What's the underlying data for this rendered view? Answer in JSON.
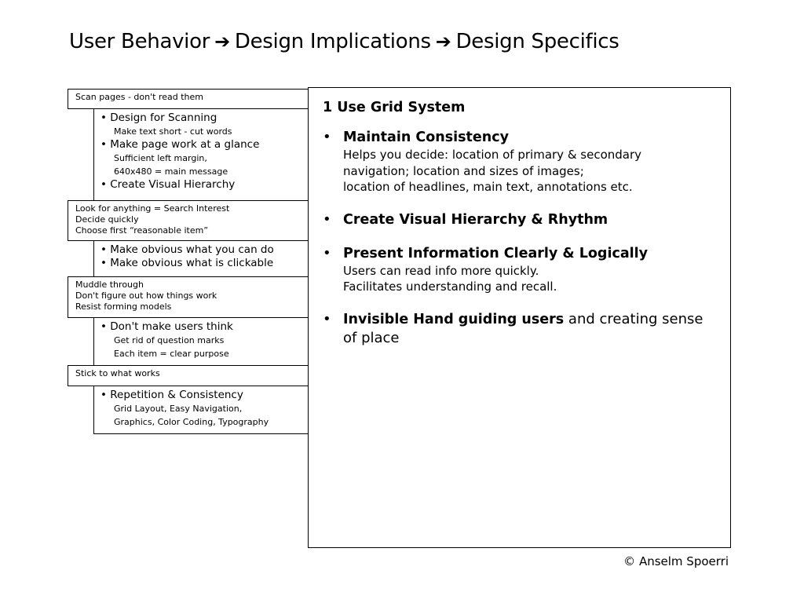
{
  "title": {
    "part1": "User Behavior",
    "arrow": "➔",
    "part2": "Design Implications",
    "part3": "Design Specifics"
  },
  "rows": [
    {
      "behavior": [
        "Scan pages - don't read them"
      ],
      "implications": [
        {
          "text": "• Design for Scanning",
          "level": 1
        },
        {
          "text": "Make text short - cut words",
          "level": 2
        },
        {
          "text": "• Make page work at a glance",
          "level": 1
        },
        {
          "text": "Sufficient left margin,",
          "level": 2
        },
        {
          "text": "640x480 = main message",
          "level": 2
        },
        {
          "text": "• Create Visual Hierarchy",
          "level": 1
        }
      ]
    },
    {
      "behavior": [
        "Look for anything = Search Interest",
        "Decide quickly",
        "Choose first “reasonable item”"
      ],
      "implications": [
        {
          "text": "• Make obvious what you can do",
          "level": 1
        },
        {
          "text": "• Make obvious what is clickable",
          "level": 1
        }
      ]
    },
    {
      "behavior": [
        "Muddle through",
        "Don't figure out how things work",
        "Resist forming models"
      ],
      "implications": [
        {
          "text": "• Don't make users think",
          "level": 1
        },
        {
          "text": "Get rid of question marks",
          "level": 2
        },
        {
          "text": "Each item = clear purpose",
          "level": 2
        }
      ]
    },
    {
      "behavior": [
        "Stick to what works"
      ],
      "implications": [
        {
          "text": "• Repetition & Consistency",
          "level": 1
        },
        {
          "text": "Grid Layout, Easy Navigation,",
          "level": 2
        },
        {
          "text": "Graphics, Color Coding, Typography",
          "level": 2
        }
      ]
    }
  ],
  "specifics": {
    "heading": "1 Use Grid System",
    "bullet": "•",
    "items": [
      {
        "head": "Maintain Consistency",
        "lines": [
          "Helps you decide: location of primary & secondary",
          "navigation; location and sizes of images;",
          "location of headlines, main text, annotations etc."
        ]
      },
      {
        "head": "Create Visual Hierarchy & Rhythm",
        "lines": []
      },
      {
        "head": "Present Information Clearly & Logically",
        "lines": [
          "Users can read info more quickly.",
          "Facilitates understanding and recall."
        ]
      },
      {
        "head": "Invisible Hand guiding users",
        "tail": " and creating sense of place",
        "lines": []
      }
    ]
  },
  "copyright": "© Anselm Spoerri"
}
